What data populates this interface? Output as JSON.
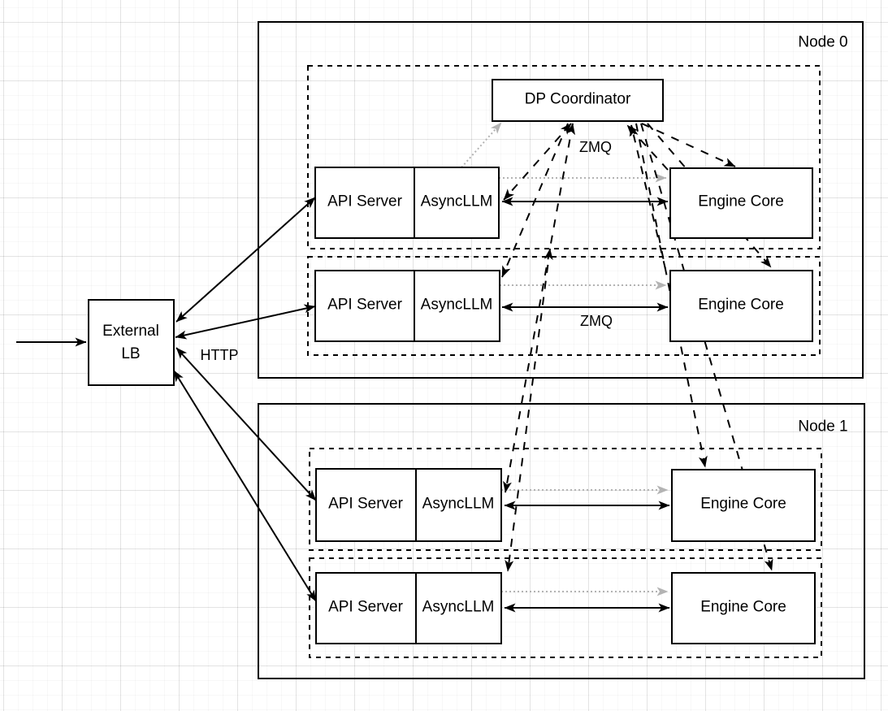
{
  "colors": {
    "line": "#000000",
    "gray_link": "#b3b3b3",
    "box_fill": "#ffffff",
    "background": "#ffffff"
  },
  "external_lb": {
    "label": "External\nLB"
  },
  "edge_labels": {
    "http": "HTTP",
    "zmq_coordinator": "ZMQ",
    "zmq_engine": "ZMQ"
  },
  "node0": {
    "label": "Node 0",
    "dp_coordinator": "DP Coordinator",
    "rows": [
      {
        "api_server": "API Server",
        "async_llm": "AsyncLLM",
        "engine_core": "Engine Core"
      },
      {
        "api_server": "API Server",
        "async_llm": "AsyncLLM",
        "engine_core": "Engine Core"
      }
    ]
  },
  "node1": {
    "label": "Node 1",
    "rows": [
      {
        "api_server": "API Server",
        "async_llm": "AsyncLLM",
        "engine_core": "Engine Core"
      },
      {
        "api_server": "API Server",
        "async_llm": "AsyncLLM",
        "engine_core": "Engine Core"
      }
    ]
  }
}
